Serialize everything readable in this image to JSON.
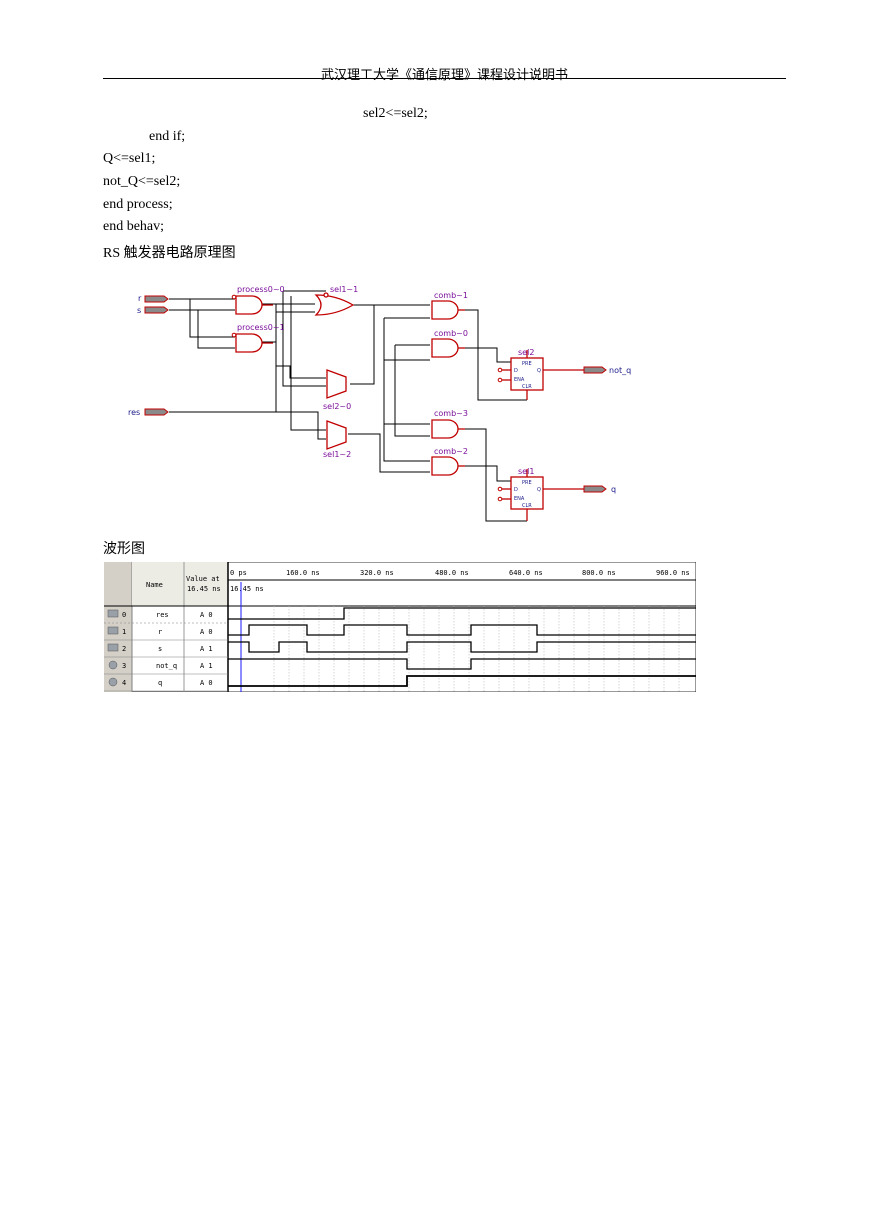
{
  "header": {
    "title": "武汉理工大学《通信原理》课程设计说明书"
  },
  "code_lines": [
    "sel2<=sel2;",
    "end if;",
    "Q<=sel1;",
    "not_Q<=sel2;",
    "end process;",
    "end behav;"
  ],
  "schematic": {
    "caption": "RS 触发器电路原理图",
    "inputs": [
      "r",
      "s",
      "res"
    ],
    "outputs": [
      "not_q",
      "q"
    ],
    "gates": [
      "process0~0",
      "process0~1",
      "sel1~1",
      "sel2~0",
      "sel1~2",
      "comb~1",
      "comb~0",
      "comb~3",
      "comb~2"
    ],
    "registers": [
      "sel2",
      "sel1"
    ],
    "reg_pins": [
      "PRE",
      "D",
      "Q",
      "ENA",
      "CLR"
    ]
  },
  "waveform": {
    "caption": "波形图",
    "header": {
      "name": "Name",
      "value_line1": "Value at",
      "value_line2": "16.45 ns",
      "cursor": "16.45 ns"
    },
    "timescale": [
      "0 ps",
      "160.0 ns",
      "320.0 ns",
      "480.0 ns",
      "640.0 ns",
      "800.0 ns",
      "960.0 ns"
    ],
    "signals": [
      {
        "index": "0",
        "name": "res",
        "value": "A 0"
      },
      {
        "index": "1",
        "name": "r",
        "value": "A 0"
      },
      {
        "index": "2",
        "name": "s",
        "value": "A 1"
      },
      {
        "index": "3",
        "name": "not_q",
        "value": "A 1"
      },
      {
        "index": "4",
        "name": "q",
        "value": "A 0"
      }
    ]
  }
}
